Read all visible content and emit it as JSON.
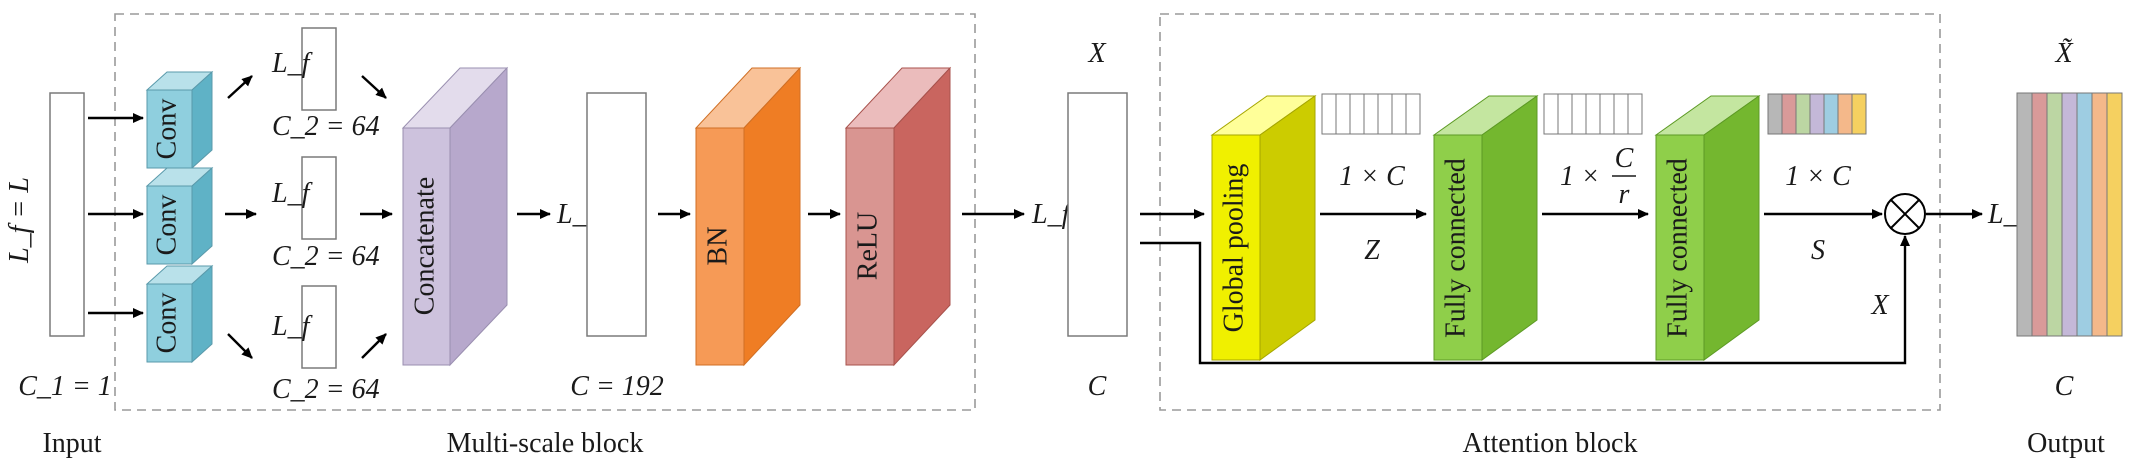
{
  "input": {
    "dimension_label": "L_f = L",
    "channels_label": "C_1 = 1",
    "caption": "Input"
  },
  "multi_scale": {
    "caption": "Multi-scale block",
    "conv_label": "Conv",
    "branch_length_label": "L_f",
    "branch_channels_label": "C_2 = 64",
    "concatenate_label": "Concatenate",
    "concat_out_length": "L_f",
    "concat_out_channels": "C = 192",
    "bn_label": "BN",
    "relu_label": "ReLU"
  },
  "feature_map": {
    "top_label": "X",
    "length_label": "L_f",
    "channels_label": "C"
  },
  "attention": {
    "caption": "Attention block",
    "global_pooling_label": "Global pooling",
    "fc1_label": "Fully connected",
    "fc2_label": "Fully connected",
    "z_dim_label": "1 × C",
    "z_label": "Z",
    "fc_dim_prefix": "1 ×",
    "fc_dim_numerator": "C",
    "fc_dim_denominator": "r",
    "s_dim_label": "1 × C",
    "s_label": "S",
    "skip_label": "X",
    "multiply_symbol": "⊗",
    "out_length_label": "L_f",
    "weight_colors": [
      "#b7b7b7",
      "#d99a99",
      "#bcd6a3",
      "#c4b8d8",
      "#9ecde2",
      "#f4b88a",
      "#f5d060"
    ]
  },
  "output": {
    "top_label": "X̃",
    "channels_label": "C",
    "caption": "Output"
  },
  "colors": {
    "conv": "#7ec3d4",
    "concatenate": "#cdc2dd",
    "bn": "#f58a3a",
    "relu": "#d7807a",
    "pooling": "#e6e600",
    "fully_connected": "#8cc63f"
  }
}
